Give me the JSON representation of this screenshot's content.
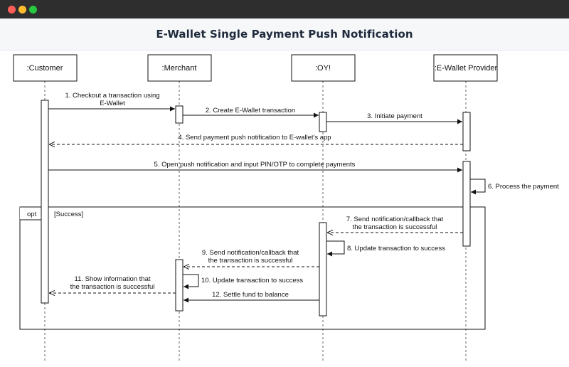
{
  "window": {
    "controls": [
      "close",
      "minimize",
      "maximize"
    ]
  },
  "header": {
    "title": "E-Wallet Single Payment Push Notification"
  },
  "participants": [
    ":Customer",
    ":Merchant",
    ":OY!",
    ":E-Wallet Provider"
  ],
  "fragment": {
    "operator": "opt",
    "guard": "[Success]"
  },
  "messages": [
    {
      "lines": [
        "1. Checkout a transaction using",
        "E-Wallet"
      ],
      "type": "sync"
    },
    {
      "lines": [
        "2. Create E-Wallet transaction"
      ],
      "type": "sync"
    },
    {
      "lines": [
        "3. Initiate payment"
      ],
      "type": "sync"
    },
    {
      "lines": [
        "4. Send payment push notification to E-wallet's app"
      ],
      "type": "return"
    },
    {
      "lines": [
        "5. Open push notification and input PIN/OTP to complete payments"
      ],
      "type": "sync"
    },
    {
      "lines": [
        "6. Process the payment"
      ],
      "type": "self"
    },
    {
      "lines": [
        "7. Send notification/callback that",
        "the transaction is successful"
      ],
      "type": "return"
    },
    {
      "lines": [
        "8. Update transaction to success"
      ],
      "type": "self"
    },
    {
      "lines": [
        "9. Send notification/callback that",
        "the transaction is successful"
      ],
      "type": "return"
    },
    {
      "lines": [
        "10. Update transaction to success"
      ],
      "type": "self"
    },
    {
      "lines": [
        "11. Show information that",
        "the transaction is successful"
      ],
      "type": "return"
    },
    {
      "lines": [
        "12. Settle fund to balance"
      ],
      "type": "sync"
    }
  ]
}
